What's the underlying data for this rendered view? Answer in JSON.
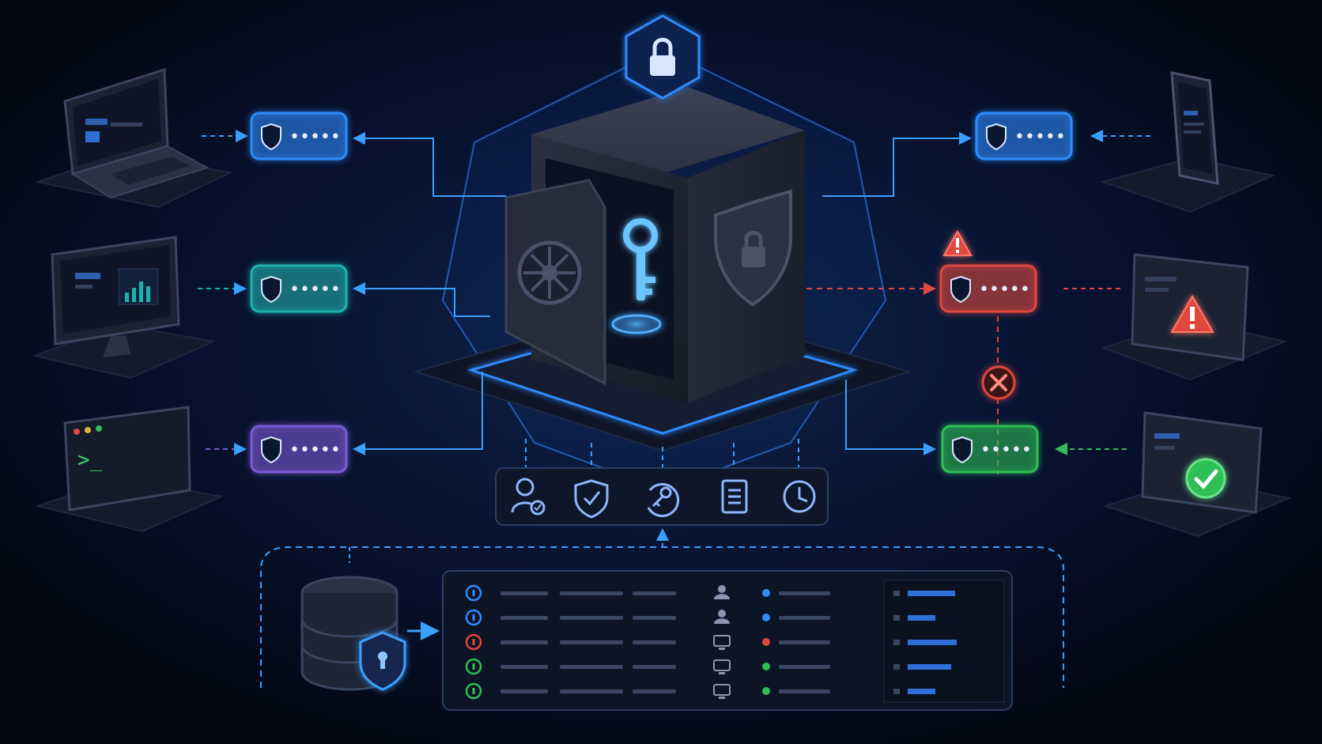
{
  "colors": {
    "background": "#050a17",
    "accent_blue": "#2f8cff",
    "teal": "#1bb3b0",
    "purple": "#7b5cd6",
    "danger": "#e0473e",
    "success": "#2fbf57",
    "panel": "#121a2c"
  },
  "vault": {
    "top_icon": "lock-icon",
    "door_icon": "key-icon",
    "side_icon": "shield-lock-icon"
  },
  "left_clients": [
    {
      "name": "laptop",
      "icon": "laptop-icon",
      "token_color": "#2f8cff"
    },
    {
      "name": "desktop",
      "icon": "monitor-chart-icon",
      "token_color": "#1bb3b0"
    },
    {
      "name": "terminal",
      "icon": "terminal-icon",
      "prompt": ">_",
      "token_color": "#7b5cd6"
    }
  ],
  "right_clients": [
    {
      "name": "phone",
      "icon": "phone-icon",
      "token_color": "#2f8cff"
    },
    {
      "name": "alert-screen",
      "icon": "warning-icon",
      "token_color": "#e0473e"
    },
    {
      "name": "approved-screen",
      "icon": "check-circle-icon",
      "token_color": "#2fbf57"
    }
  ],
  "token_mask": "•••••",
  "toolbar": {
    "icons": [
      "user-check-icon",
      "shield-check-icon",
      "key-rotate-icon",
      "document-icon",
      "clock-icon"
    ]
  },
  "audit_log": {
    "storage_icon": "database-shield-icon",
    "rows": [
      {
        "status": "info",
        "color": "#2f8cff",
        "actor": "user-icon",
        "dot": "#2f8cff"
      },
      {
        "status": "info",
        "color": "#2f8cff",
        "actor": "user-icon",
        "dot": "#2f8cff"
      },
      {
        "status": "error",
        "color": "#e0473e",
        "actor": "monitor-icon",
        "dot": "#e0473e"
      },
      {
        "status": "success",
        "color": "#2fbf57",
        "actor": "monitor-icon",
        "dot": "#2fbf57"
      },
      {
        "status": "approved",
        "color": "#2fbf57",
        "actor": "monitor-icon",
        "dot": "#2fbf57"
      }
    ]
  }
}
